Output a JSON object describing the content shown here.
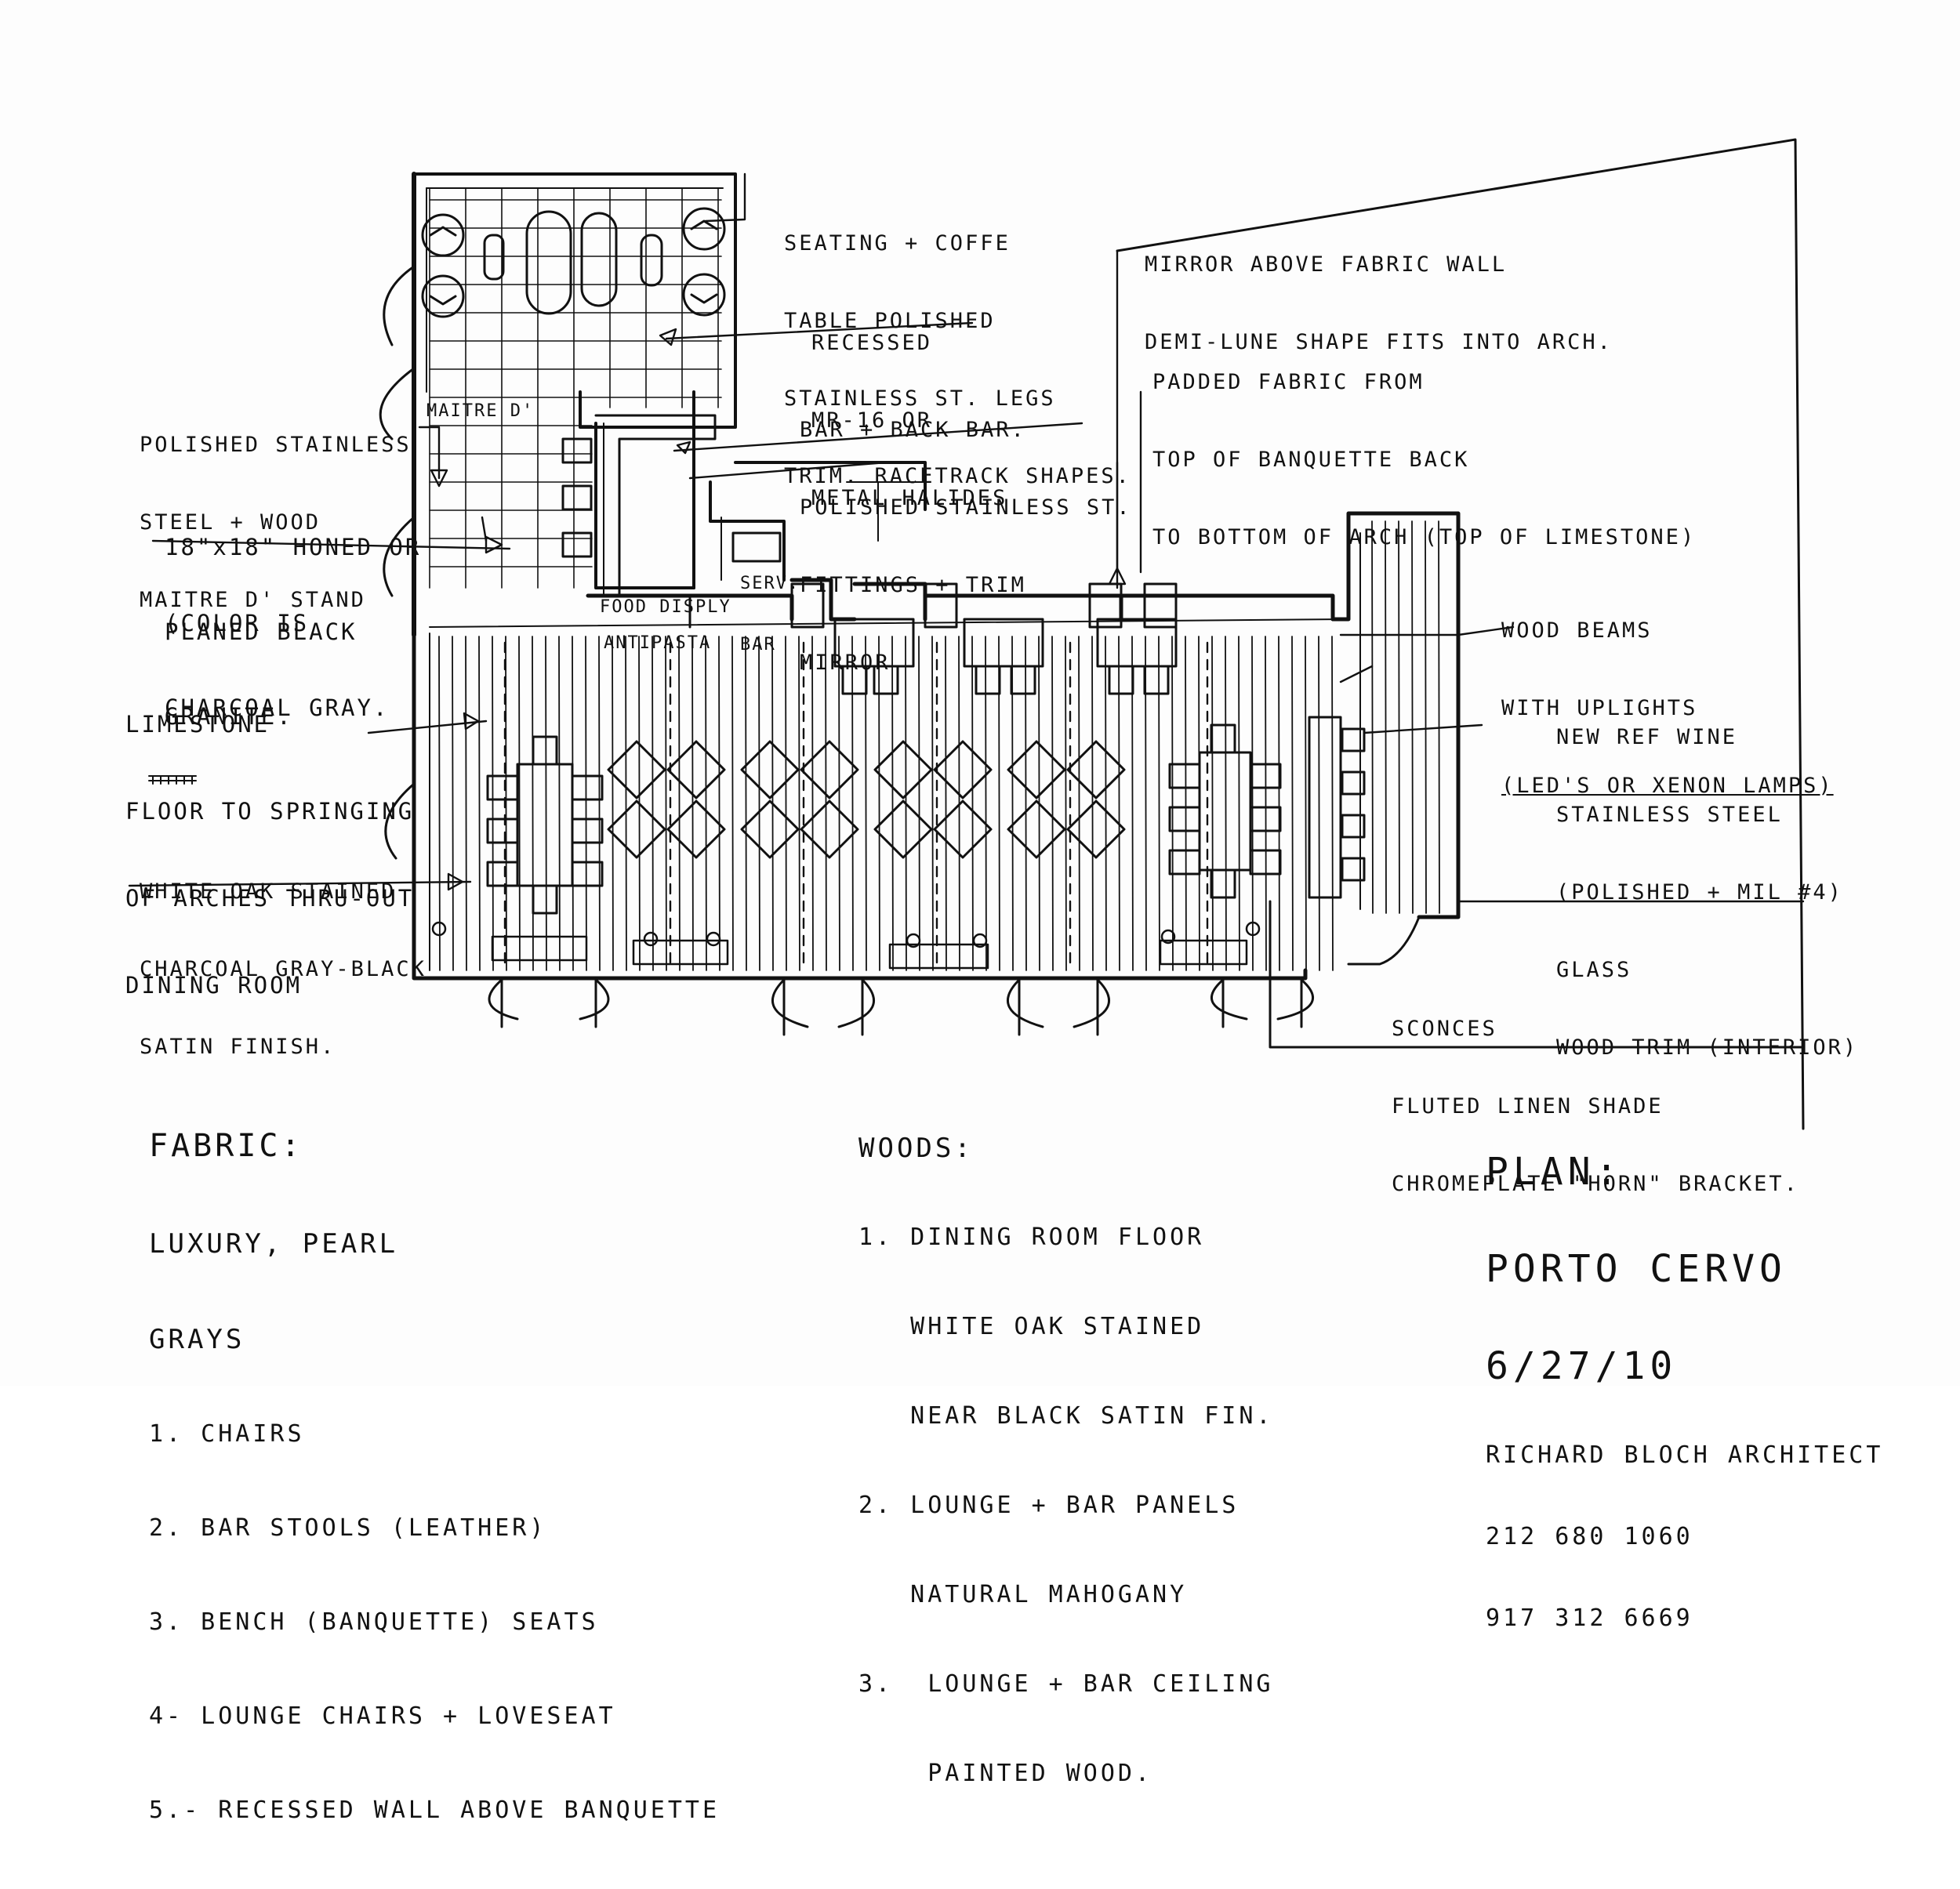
{
  "plan_labels": {
    "maitre_d": "MAITRE D'",
    "serv_bar": [
      "SERV.",
      "BAR"
    ],
    "food_display": "FOOD DISPLY",
    "antipasta": "ANTIPASTA"
  },
  "annotations": {
    "seating_coffee": [
      "SEATING + COFFE",
      "TABLE POLISHED",
      "STAINLESS ST. LEGS",
      "TRIM. RACETRACK SHAPES."
    ],
    "recessed": [
      "RECESSED",
      "MR-16 OR",
      "METAL HALIDES"
    ],
    "bar_back_bar": [
      "BAR + BACK BAR.",
      "POLISHED STAINLESS ST.",
      "FITTINGS + TRIM",
      "MIRROR"
    ],
    "mirror_above": [
      "MIRROR ABOVE FABRIC WALL",
      "DEMI-LUNE SHAPE FITS INTO ARCH."
    ],
    "padded_fabric": [
      "PADDED FABRIC FROM",
      "TOP OF BANQUETTE BACK",
      "TO BOTTOM OF ARCH (TOP OF LIMESTONE)"
    ],
    "maitre_stand": [
      "POLISHED STAINLESS",
      "STEEL + WOOD",
      "MAITRE D' STAND"
    ],
    "granite": [
      "18\"x18\" HONED OR",
      "PLANED BLACK",
      "GRANITE."
    ],
    "granite_color": [
      "(COLOR IS",
      "CHARCOAL GRAY."
    ],
    "limestone": [
      "LIMESTONE",
      "FLOOR TO SPRINGING",
      "OF ARCHES THRU-OUT",
      "DINING ROOM"
    ],
    "white_oak": [
      "WHITE OAK STAINED",
      "CHARCOAL GRAY-BLACK",
      "SATIN FINISH."
    ],
    "wood_beams": [
      "WOOD BEAMS",
      "WITH UPLIGHTS",
      "(LED'S OR XENON LAMPS)"
    ],
    "wine": [
      "NEW REF WINE",
      "STAINLESS STEEL",
      "(POLISHED + MIL #4)",
      "GLASS",
      "WOOD TRIM (INTERIOR)"
    ],
    "sconces": [
      "SCONCES",
      "FLUTED LINEN SHADE",
      "CHROMEPLATE \"HORN\" BRACKET."
    ]
  },
  "fabric_notes": {
    "heading": "FABRIC:",
    "subheading": [
      "LUXURY, PEARL",
      "GRAYS"
    ],
    "items": [
      "1. CHAIRS",
      "2. BAR STOOLS (LEATHER)",
      "3. BENCH (BANQUETTE) SEATS",
      "4- LOUNGE CHAIRS + LOVESEAT",
      "5.- RECESSED WALL ABOVE BANQUETTE"
    ]
  },
  "wood_notes": {
    "heading": "WOODS:",
    "items": [
      "1. DINING ROOM FLOOR",
      "   WHITE OAK STAINED",
      "   NEAR BLACK SATIN FIN.",
      "2. LOUNGE + BAR PANELS",
      "   NATURAL MAHOGANY",
      "3.  LOUNGE + BAR CEILING",
      "    PAINTED WOOD."
    ]
  },
  "title_block": {
    "plan": "PLAN:",
    "project": "PORTO CERVO",
    "date": "6/27/10",
    "architect": "RICHARD BLOCH ARCHITECT",
    "phone1": "212 680 1060",
    "phone2": "917 312 6669"
  }
}
